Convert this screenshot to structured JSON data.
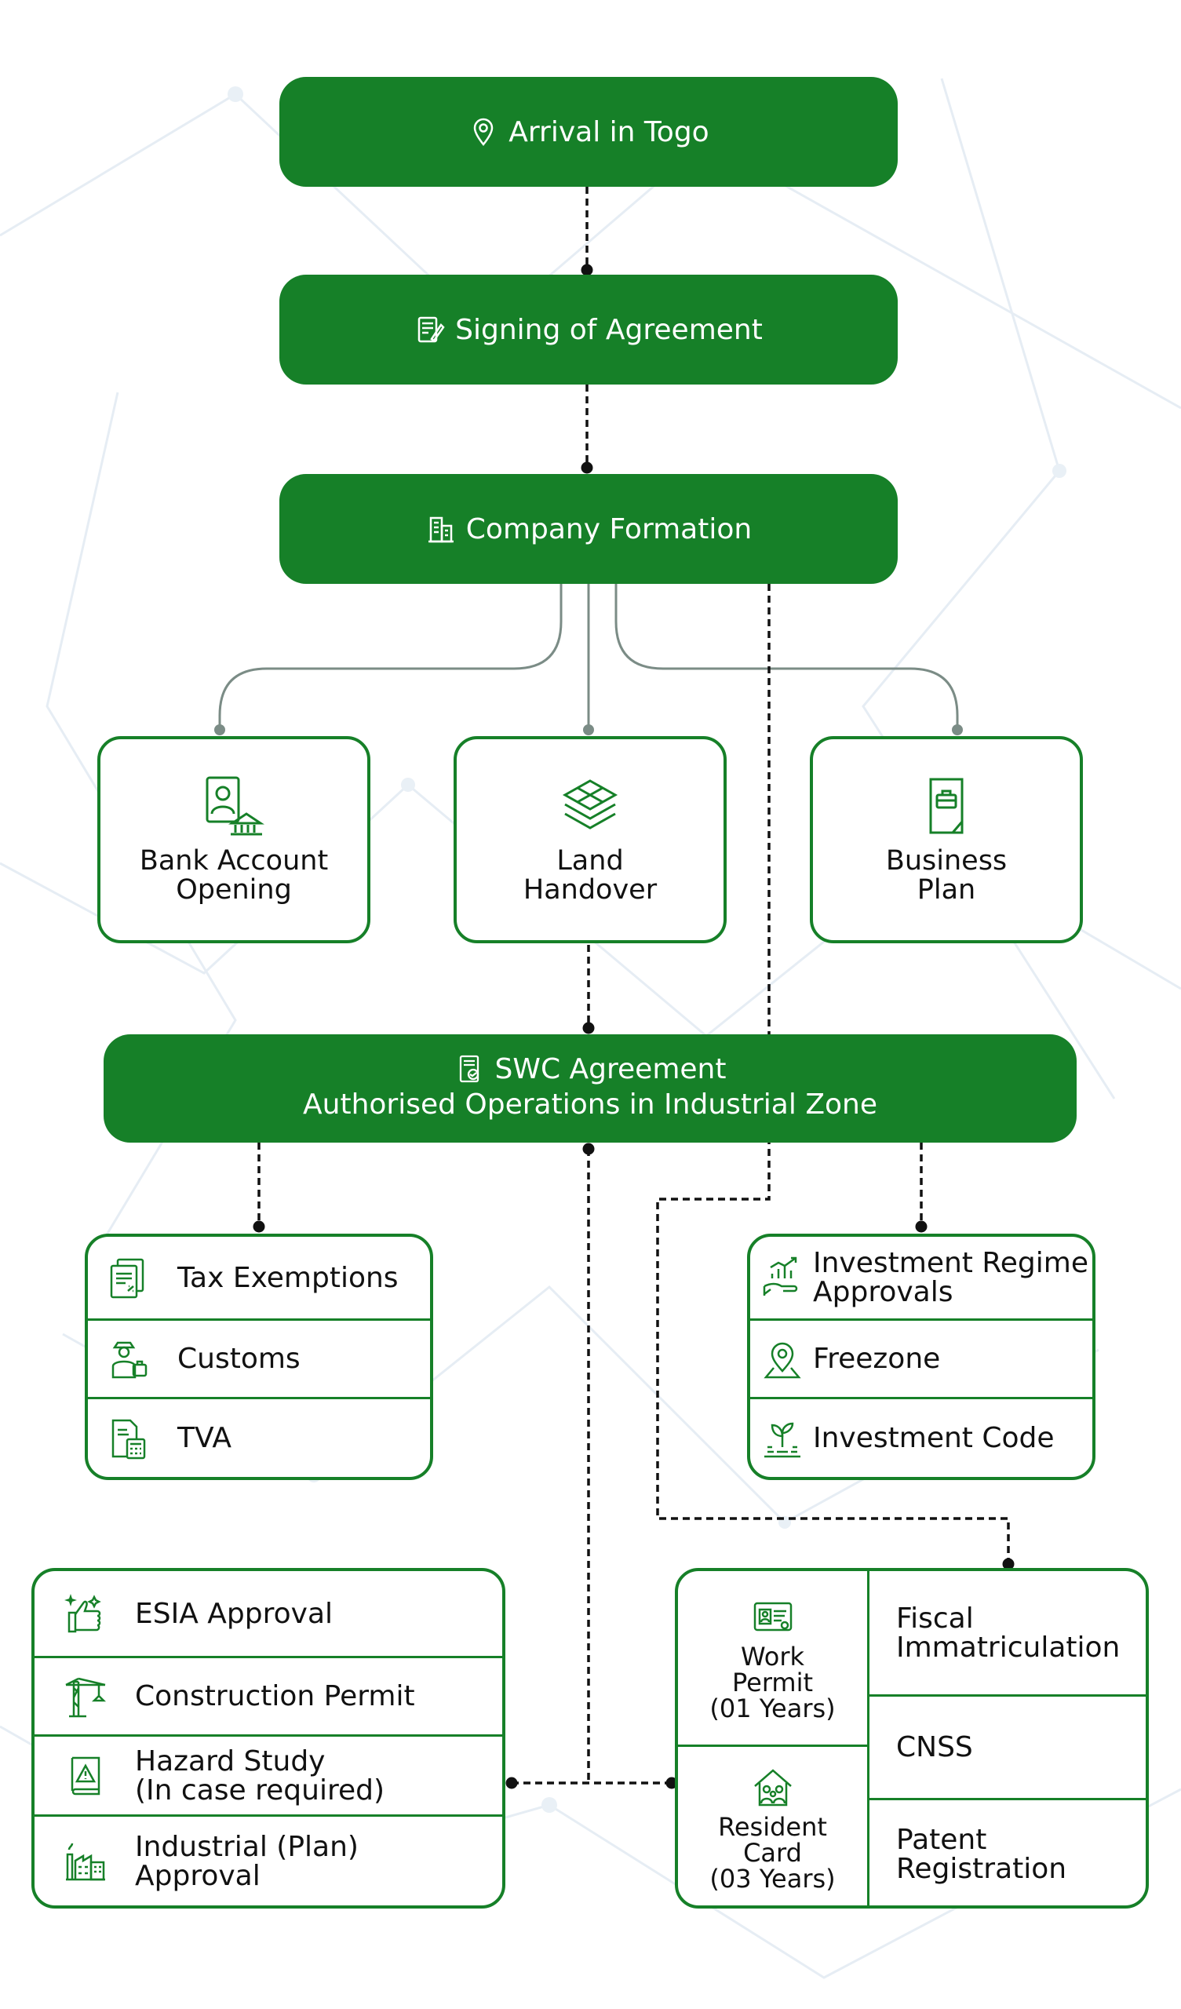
{
  "colors": {
    "primary": "#168028",
    "connector": "#7b8c86",
    "dash": "#111111"
  },
  "nodes": {
    "arrival": {
      "label": "Arrival in Togo",
      "icon": "location-pin-icon"
    },
    "signing": {
      "label": "Signing of Agreement",
      "icon": "signed-document-icon"
    },
    "company": {
      "label": "Company Formation",
      "icon": "office-buildings-icon"
    },
    "bank": {
      "line1": "Bank Account",
      "line2": "Opening",
      "icon": "bank-account-icon"
    },
    "land": {
      "line1": "Land",
      "line2": "Handover",
      "icon": "land-layers-icon"
    },
    "business": {
      "line1": "Business",
      "line2": "Plan",
      "icon": "business-plan-icon"
    },
    "swc": {
      "line1": "SWC Agreement",
      "line2": "Authorised Operations in Industrial Zone",
      "icon": "certificate-handshake-icon"
    }
  },
  "tax_group": [
    {
      "label": "Tax Exemptions",
      "icon": "tax-document-icon"
    },
    {
      "label": "Customs",
      "icon": "customs-officer-icon"
    },
    {
      "label": "TVA",
      "icon": "calculator-document-icon"
    }
  ],
  "investment_group": [
    {
      "line1": "Investment Regime",
      "line2": "Approvals",
      "icon": "investment-growth-icon"
    },
    {
      "label": "Freezone",
      "icon": "map-pin-icon"
    },
    {
      "label": "Investment Code",
      "icon": "plant-growth-icon"
    }
  ],
  "permit_group": [
    {
      "label": "ESIA Approval",
      "icon": "thumbs-up-icon"
    },
    {
      "label": "Construction Permit",
      "icon": "construction-crane-icon"
    },
    {
      "line1": "Hazard Study",
      "line2": "(In case required)",
      "icon": "hazard-book-icon"
    },
    {
      "line1": "Industrial (Plan)",
      "line2": "Approval",
      "icon": "factory-icon"
    }
  ],
  "work_group": {
    "work_permit": {
      "line1": "Work",
      "line2": "Permit",
      "line3": "(01 Years)",
      "icon": "id-card-icon"
    },
    "resident_card": {
      "line1": "Resident",
      "line2": "Card",
      "line3": "(03 Years)",
      "icon": "family-house-icon"
    },
    "fiscal": {
      "line1": "Fiscal",
      "line2": "Immatriculation"
    },
    "cnss": {
      "label": "CNSS"
    },
    "patent": {
      "line1": "Patent",
      "line2": "Registration"
    }
  }
}
